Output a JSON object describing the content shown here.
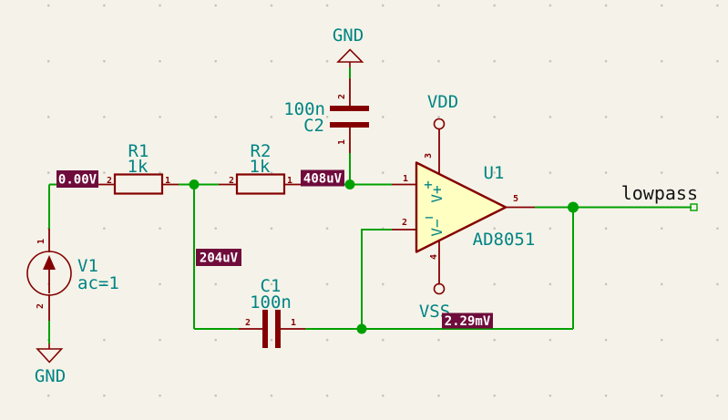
{
  "power": {
    "gnd_top": "GND",
    "gnd_bottom": "GND",
    "vdd": "VDD",
    "vss": "VSS"
  },
  "components": {
    "v1": {
      "ref": "V1",
      "value": "ac=1",
      "pin1": "1",
      "pin2": "2"
    },
    "r1": {
      "ref": "R1",
      "value": "1k",
      "pin2": "2",
      "pin1": "1"
    },
    "r2": {
      "ref": "R2",
      "value": "1k",
      "pin2": "2",
      "pin1": "1"
    },
    "c1": {
      "ref": "C1",
      "value": "100n",
      "pin2": "2",
      "pin1": "1"
    },
    "c2": {
      "ref": "C2",
      "value": "100n",
      "pin2": "2",
      "pin1": "1"
    },
    "u1": {
      "ref": "U1",
      "value": "AD8051",
      "pin1": "1",
      "pin2": "2",
      "pin3": "3",
      "pin4": "4",
      "pin5": "5",
      "plus_sign": "+",
      "minus_sign": "−",
      "vplus": "V+",
      "vminus": "V−"
    }
  },
  "net_labels": {
    "output": "lowpass"
  },
  "operating_points": {
    "source": "0.00V",
    "mid": "204uV",
    "inp": "408uV",
    "out": "2.29mV"
  },
  "colors": {
    "background": "#F5F3E9",
    "wire": "#00A000",
    "symbol_outline": "#840000",
    "symbol_fill": "#FFFFC2",
    "label_text": "#008484",
    "net_label_text": "#141414",
    "op_point_bg": "#6F0C3C",
    "op_point_text": "#FFFFFF"
  }
}
